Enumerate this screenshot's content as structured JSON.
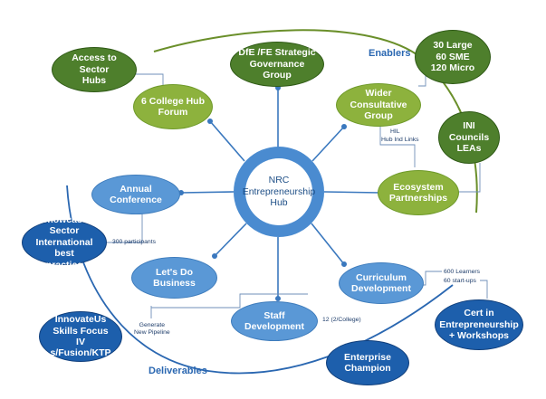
{
  "hub": {
    "label": "NRC\nEntrepreneurship\nHub"
  },
  "sections": {
    "enablers": "Enablers",
    "deliverables": "Deliverables"
  },
  "nodes": {
    "access_to_sector_hubs": "Access to Sector\nHubs",
    "six_college_hub_forum": "6 College Hub\nForum",
    "dfe_fe_strategic": "DfE /FE Strategic\nGovernance Group",
    "wider_consultative": "Wider Consultative\nGroup",
    "large_sme_micro": "30 Large\n60 SME\n120 Micro",
    "ini_councils_leas": "INI\nCouncils\nLEAs",
    "annual_conference": "Annual Conference",
    "ecosystem_partnerships": "Ecosystem\nPartnerships",
    "showcase_sector": "Showcase Sector\nInternational best\npractice",
    "lets_do_business": "Let's Do Business",
    "curriculum_development": "Curriculum\nDevelopment",
    "staff_development": "Staff Development",
    "innovateus": "InnovateUs\nSkills  Focus\nIV s/Fusion/KTP",
    "cert_entrepreneurship": "Cert in\nEntrepreneurship\n+ Workshops",
    "enterprise_champion": "Enterprise\nChampion"
  },
  "annotations": {
    "hil": "HIL",
    "hub_ind_links": "Hub Ind Links",
    "participants": "300 participants",
    "learners": "600 Learners",
    "startups": "60 start-ups",
    "per_college": "12 (2/College)",
    "generate_pipeline": "Generate\nNew Pipeline"
  },
  "colors": {
    "green_light": "#8db23d",
    "green_dark": "#4e7f2c",
    "blue_light": "#5a98d6",
    "blue_dark": "#1d5fac",
    "hub": "#4a8bd0",
    "arc_green": "#6a8f2a",
    "arc_blue": "#2a67b1"
  }
}
